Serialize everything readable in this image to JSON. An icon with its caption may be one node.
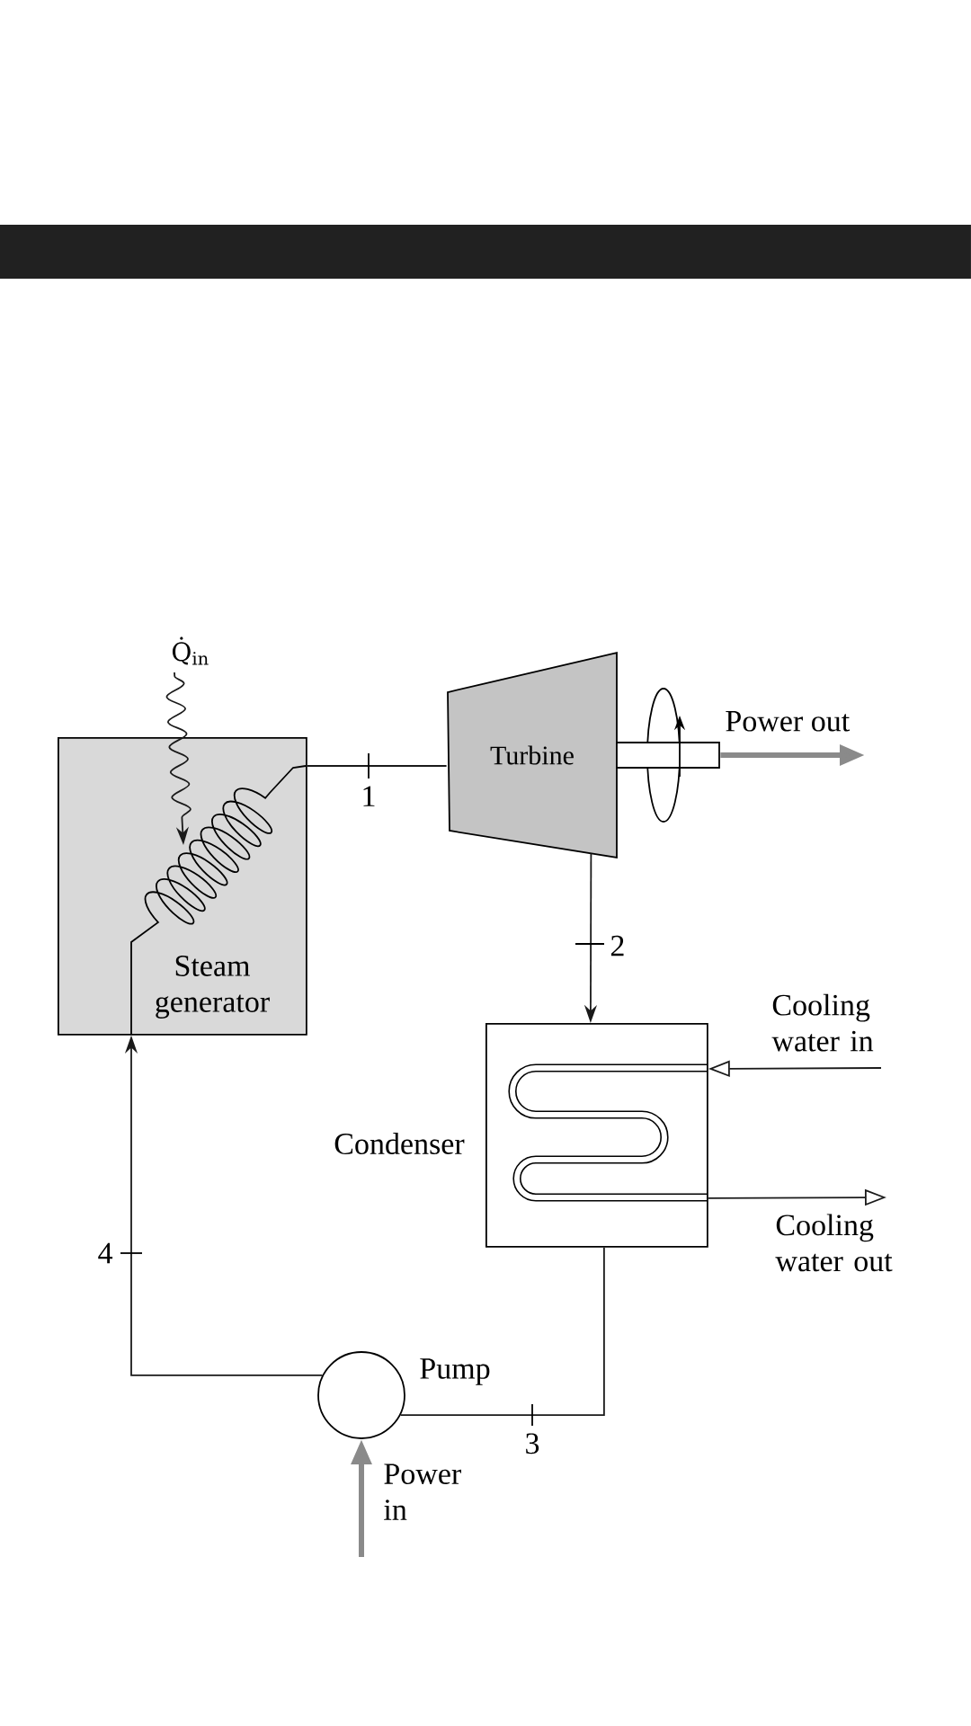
{
  "diagram": {
    "nodes": [
      {
        "text": [
          "Steam generator"
        ]
      },
      {
        "text": [
          "Turbine"
        ]
      },
      {
        "text": [
          "Condenser"
        ]
      },
      {
        "text": [
          "Pump"
        ]
      }
    ],
    "edges": [
      {
        "from": 0,
        "to": 1,
        "arrow": "none",
        "label": "1"
      },
      {
        "from": 1,
        "to": 2,
        "arrow": "to",
        "label": "2"
      },
      {
        "from": 2,
        "to": 3,
        "arrow": "none",
        "label": "3"
      },
      {
        "from": 3,
        "to": 0,
        "arrow": "to",
        "label": "4"
      },
      {
        "from": null,
        "to": 0,
        "arrow": "to",
        "label": "Q̇$_{in}$"
      },
      {
        "from": 1,
        "to": null,
        "arrow": "to",
        "label": "Power out",
        "style": "thick",
        "color": "#8a8a8a"
      },
      {
        "from": null,
        "to": 2,
        "arrow": "to",
        "label": "Cooling water in"
      },
      {
        "from": 2,
        "to": null,
        "arrow": "to",
        "label": "Cooling water out"
      },
      {
        "from": null,
        "to": 3,
        "arrow": "to",
        "label": "Power in",
        "style": "thick",
        "color": "#8a8a8a"
      }
    ]
  }
}
